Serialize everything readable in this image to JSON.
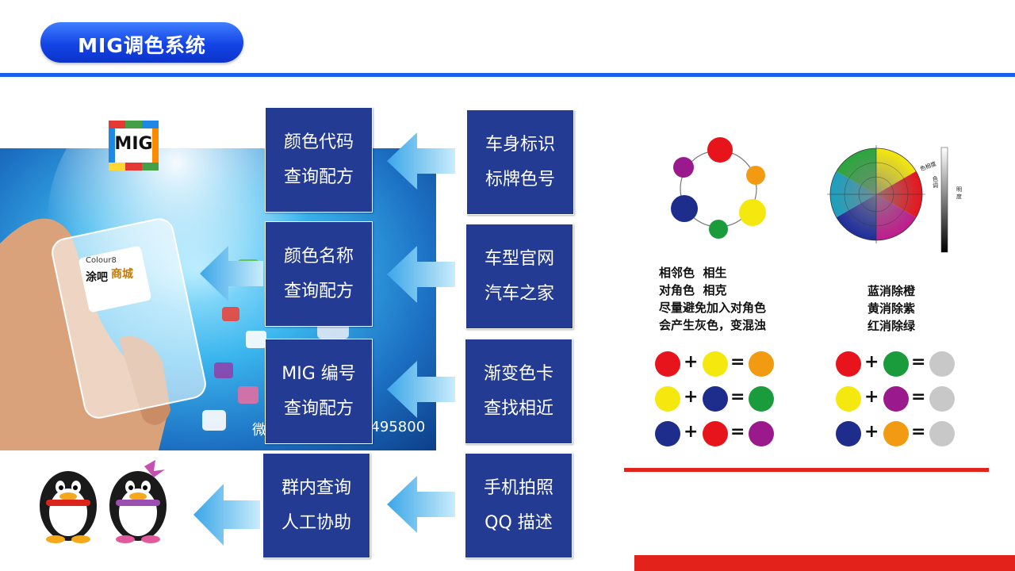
{
  "title": "MIG调色系统",
  "colors": {
    "accent_blue": "#1b5ff0",
    "box_fill": "#233b92",
    "arrow_blue": "#3aa6e8",
    "red_rule": "#e2221b"
  },
  "photo": {
    "logo_text": "MIG",
    "phone_brand": "Colour8",
    "phone_brand_sub": "涂吧",
    "phone_brand_sub2": "商城",
    "watermark": "微",
    "watermark_number": "0495800"
  },
  "left_boxes": [
    {
      "line1": "颜色代码",
      "line2": "查询配方"
    },
    {
      "line1": "颜色名称",
      "line2": "查询配方"
    },
    {
      "line1": "MIG 编号",
      "line2": "查询配方"
    },
    {
      "line1": "群内查询",
      "line2": "人工协助"
    }
  ],
  "right_boxes": [
    {
      "line1": "车身标识",
      "line2": "标牌色号"
    },
    {
      "line1": "车型官网",
      "line2": "汽车之家"
    },
    {
      "line1": "渐变色卡",
      "line2": "查找相近"
    },
    {
      "line1": "手机拍照",
      "line2": "QQ 描述"
    }
  ],
  "color_theory": {
    "left_caption": [
      "相邻色  相生",
      "对角色  相克",
      "尽量避免加入对角色",
      "会产生灰色，变混浊"
    ],
    "right_caption": [
      "蓝消除橙",
      "黄消除紫",
      "红消除绿"
    ],
    "wheel_label_hue": "色调",
    "wheel_label_saturation": "色相度",
    "wheel_label_lightness": "明度",
    "plus": "+",
    "equals": "=",
    "mix_left": [
      {
        "a": "#e8141c",
        "b": "#f5e80f",
        "result": "#f29b12"
      },
      {
        "a": "#f5e80f",
        "b": "#1e2c8c",
        "result": "#1a9c3c"
      },
      {
        "a": "#1e2c8c",
        "b": "#e8141c",
        "result": "#9a1a8e"
      }
    ],
    "mix_right": [
      {
        "a": "#e8141c",
        "b": "#1a9c3c",
        "result": "#c8c8c8"
      },
      {
        "a": "#f5e80f",
        "b": "#9a1a8e",
        "result": "#c8c8c8"
      },
      {
        "a": "#1e2c8c",
        "b": "#f29b12",
        "result": "#c8c8c8"
      }
    ]
  }
}
